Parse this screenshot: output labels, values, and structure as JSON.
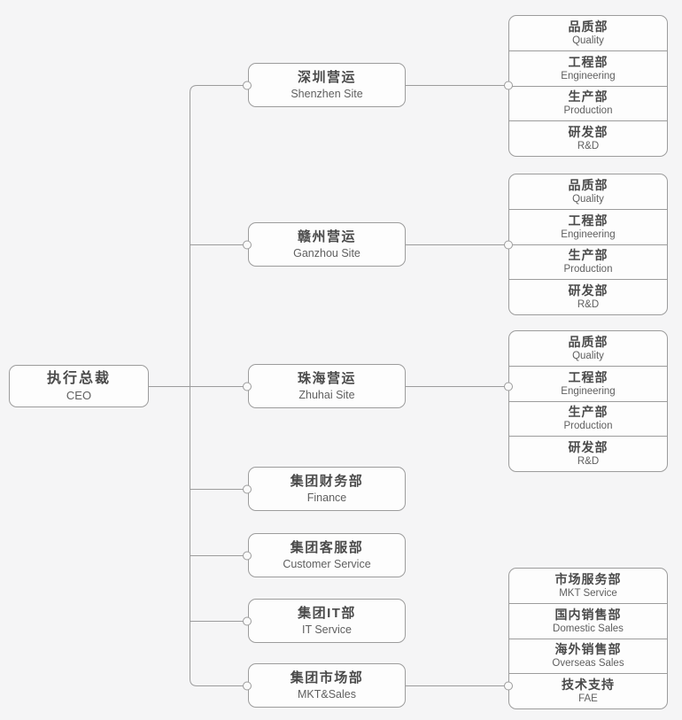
{
  "colors": {
    "background": "#f5f5f6",
    "node_background": "#fdfdfd",
    "border_line": "#9c9c9c",
    "title_text": "#4a4a4a",
    "subtitle_text": "#5f5f5f"
  },
  "root": {
    "title": "执行总裁",
    "subtitle": "CEO"
  },
  "branches": [
    {
      "title": "深圳营运",
      "subtitle": "Shenzhen Site"
    },
    {
      "title": "赣州营运",
      "subtitle": "Ganzhou Site"
    },
    {
      "title": "珠海营运",
      "subtitle": "Zhuhai Site"
    },
    {
      "title": "集团财务部",
      "subtitle": "Finance"
    },
    {
      "title": "集团客服部",
      "subtitle": "Customer Service"
    },
    {
      "title": "集团IT部",
      "subtitle": "IT Service"
    },
    {
      "title": "集团市场部",
      "subtitle": "MKT&Sales"
    }
  ],
  "site_departments": [
    {
      "title": "品质部",
      "subtitle": "Quality"
    },
    {
      "title": "工程部",
      "subtitle": "Engineering"
    },
    {
      "title": "生产部",
      "subtitle": "Production"
    },
    {
      "title": "研发部",
      "subtitle": "R&D"
    }
  ],
  "marketing_departments": [
    {
      "title": "市场服务部",
      "subtitle": "MKT Service"
    },
    {
      "title": "国内销售部",
      "subtitle": "Domestic Sales"
    },
    {
      "title": "海外销售部",
      "subtitle": "Overseas Sales"
    },
    {
      "title": "技术支持",
      "subtitle": "FAE"
    }
  ]
}
